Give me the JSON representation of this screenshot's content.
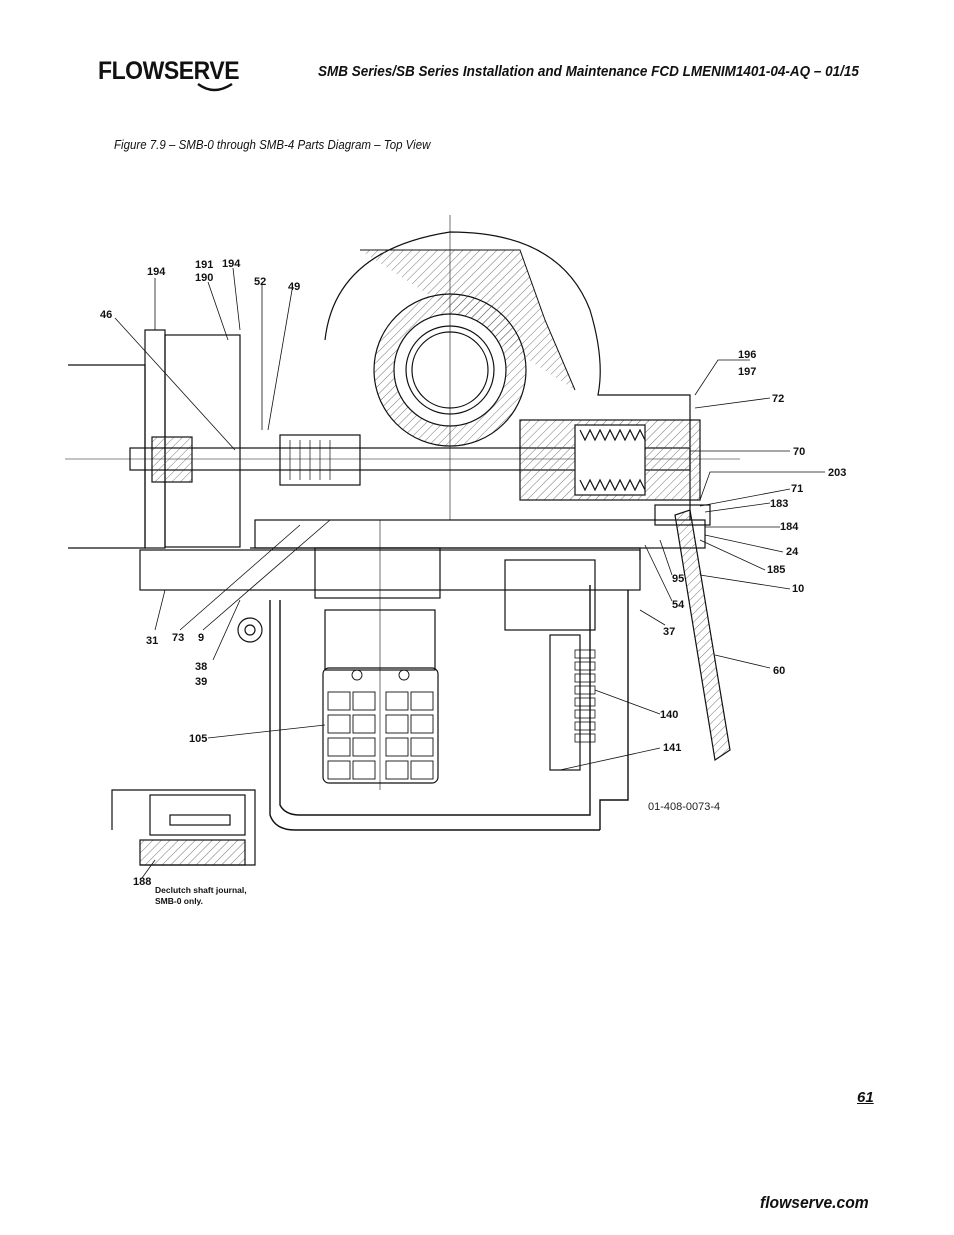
{
  "header": {
    "brand": "FLOWSERVE",
    "title": "SMB Series/SB Series Installation and Maintenance    FCD LMENIM1401-04-AQ – 01/15"
  },
  "figure": {
    "caption": "Figure 7.9 – SMB-0 through SMB-4 Parts Diagram – Top View",
    "drawing_number": "01-408-0073-4",
    "inset_note_line1": "Declutch shaft journal,",
    "inset_note_line2": "SMB-0 only.",
    "part_labels": [
      {
        "text": "194"
      },
      {
        "text": "191"
      },
      {
        "text": "190"
      },
      {
        "text": "194"
      },
      {
        "text": "52"
      },
      {
        "text": "49"
      },
      {
        "text": "46"
      },
      {
        "text": "196"
      },
      {
        "text": "197"
      },
      {
        "text": "72"
      },
      {
        "text": "70"
      },
      {
        "text": "203"
      },
      {
        "text": "71"
      },
      {
        "text": "183"
      },
      {
        "text": "184"
      },
      {
        "text": "24"
      },
      {
        "text": "185"
      },
      {
        "text": "95"
      },
      {
        "text": "10"
      },
      {
        "text": "54"
      },
      {
        "text": "37"
      },
      {
        "text": "60"
      },
      {
        "text": "140"
      },
      {
        "text": "141"
      },
      {
        "text": "31"
      },
      {
        "text": "73"
      },
      {
        "text": "9"
      },
      {
        "text": "38"
      },
      {
        "text": "39"
      },
      {
        "text": "105"
      },
      {
        "text": "188"
      }
    ]
  },
  "page": {
    "number": "61"
  },
  "footer": {
    "website": "flowserve.com"
  }
}
